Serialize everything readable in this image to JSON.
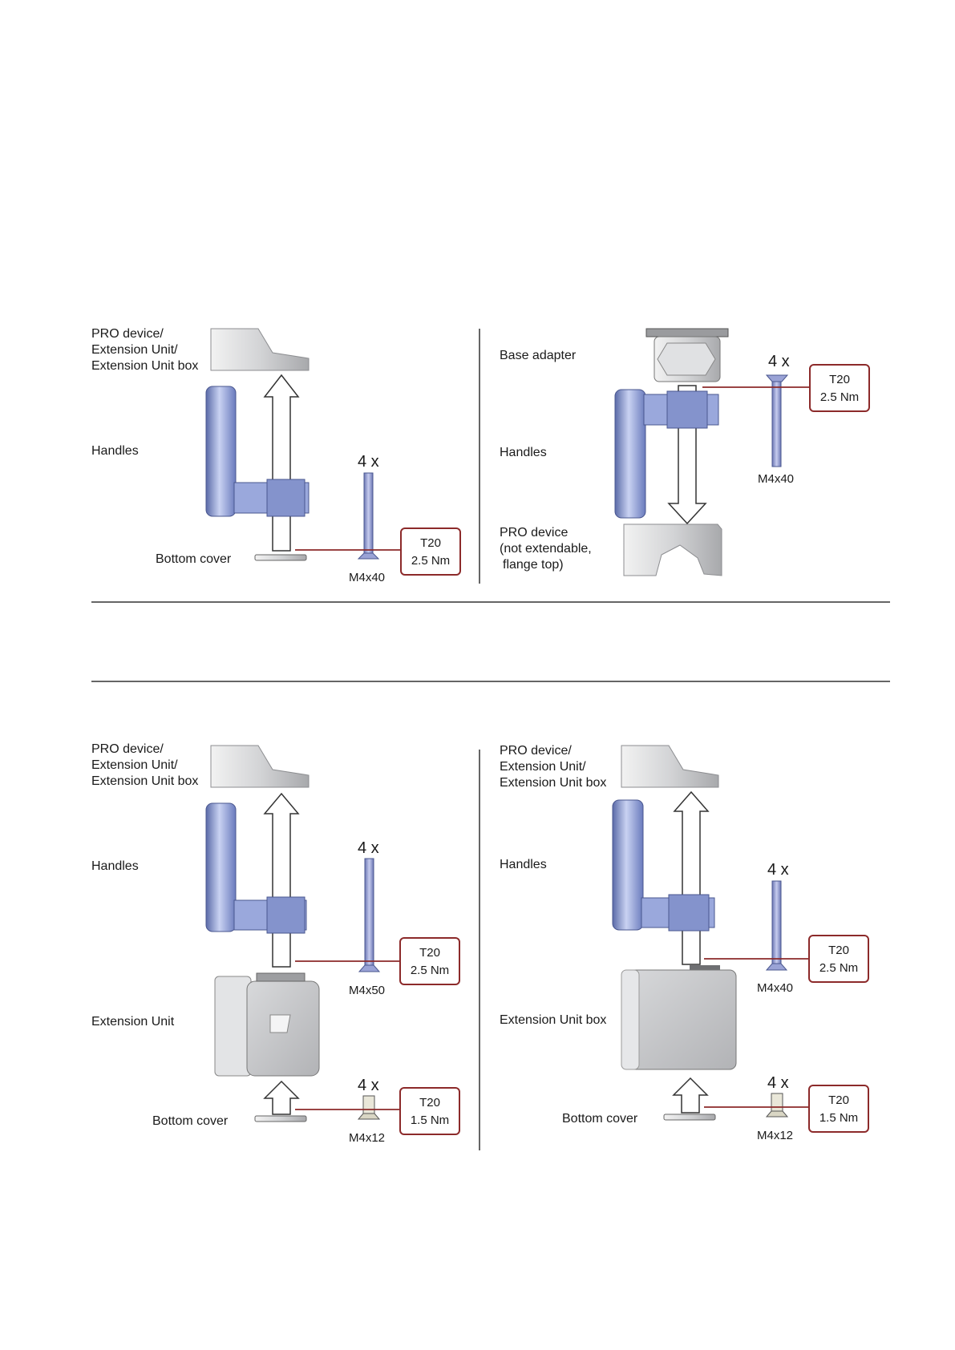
{
  "colors": {
    "torque_border": "#8c2a2a",
    "leader_line": "#8c2a2a",
    "handle_blue": "#8e9fd6",
    "screw_blue": "#8f9ad0",
    "housing_grey": "#c9cacc",
    "divider": "#333333"
  },
  "panels": [
    {
      "labels": {
        "device": [
          "PRO device/",
          "Extension Unit/",
          "Extension Unit box"
        ],
        "handles": "Handles",
        "bottom_cover": "Bottom cover"
      },
      "screws": [
        {
          "count": "4 x",
          "size": "M4x40",
          "torque": [
            "T20",
            "2.5 Nm"
          ],
          "icon": "long-screw-icon"
        }
      ]
    },
    {
      "labels": {
        "base_adapter": "Base adapter",
        "handles": "Handles",
        "device": [
          "PRO device",
          "(not extendable,",
          "flange top)"
        ]
      },
      "screws": [
        {
          "count": "4 x",
          "size": "M4x40",
          "torque": [
            "T20",
            "2.5 Nm"
          ],
          "icon": "long-screw-icon"
        }
      ]
    },
    {
      "labels": {
        "device": [
          "PRO device/",
          "Extension Unit/",
          "Extension Unit box"
        ],
        "handles": "Handles",
        "extension": "Extension Unit",
        "bottom_cover": "Bottom cover"
      },
      "screws": [
        {
          "count": "4 x",
          "size": "M4x50",
          "torque": [
            "T20",
            "2.5 Nm"
          ],
          "icon": "long-screw-icon"
        },
        {
          "count": "4 x",
          "size": "M4x12",
          "torque": [
            "T20",
            "1.5 Nm"
          ],
          "icon": "short-screw-icon"
        }
      ]
    },
    {
      "labels": {
        "device": [
          "PRO device/",
          "Extension Unit/",
          "Extension Unit box"
        ],
        "handles": "Handles",
        "extension": "Extension Unit box",
        "bottom_cover": "Bottom cover"
      },
      "screws": [
        {
          "count": "4 x",
          "size": "M4x40",
          "torque": [
            "T20",
            "2.5 Nm"
          ],
          "icon": "long-screw-icon"
        },
        {
          "count": "4 x",
          "size": "M4x12",
          "torque": [
            "T20",
            "1.5 Nm"
          ],
          "icon": "short-screw-icon"
        }
      ]
    }
  ]
}
